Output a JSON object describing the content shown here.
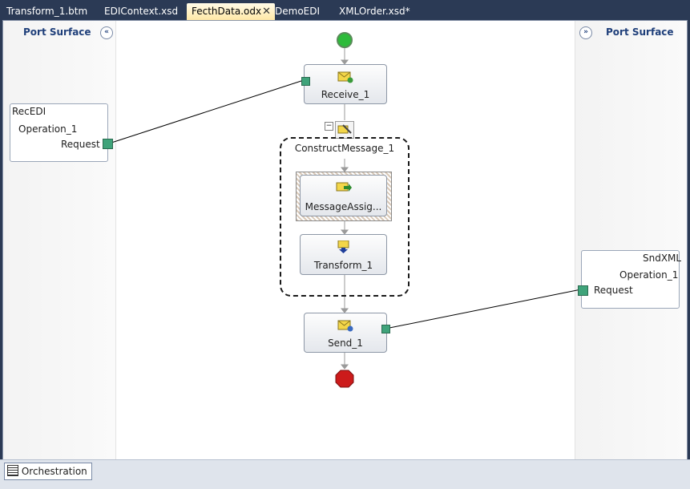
{
  "tabs": [
    {
      "label": "Transform_1.btm"
    },
    {
      "label": "EDIContext.xsd"
    },
    {
      "label": "FecthData.odx",
      "active": true
    },
    {
      "label": "DemoEDI"
    },
    {
      "label": "XMLOrder.xsd*"
    }
  ],
  "close_glyph": "✕",
  "left_surface": {
    "title": "Port Surface",
    "collapse_glyph": "«",
    "port": {
      "name": "RecEDI",
      "operation": "Operation_1",
      "message": "Request"
    }
  },
  "right_surface": {
    "title": "Port Surface",
    "collapse_glyph": "»",
    "port": {
      "name": "SndXML",
      "operation": "Operation_1",
      "message": "Request"
    }
  },
  "shapes": {
    "receive": "Receive_1",
    "construct": "ConstructMessage_1",
    "assign": "MessageAssig...",
    "transform": "Transform_1",
    "send": "Send_1"
  },
  "bottom_tab": {
    "label": "Orchestration",
    "icon": "grid-icon"
  },
  "colors": {
    "port_connector": "#3fa37a",
    "start": "#2dbb3a",
    "end": "#cc1b1b",
    "surface_title": "#1f3f7a"
  }
}
